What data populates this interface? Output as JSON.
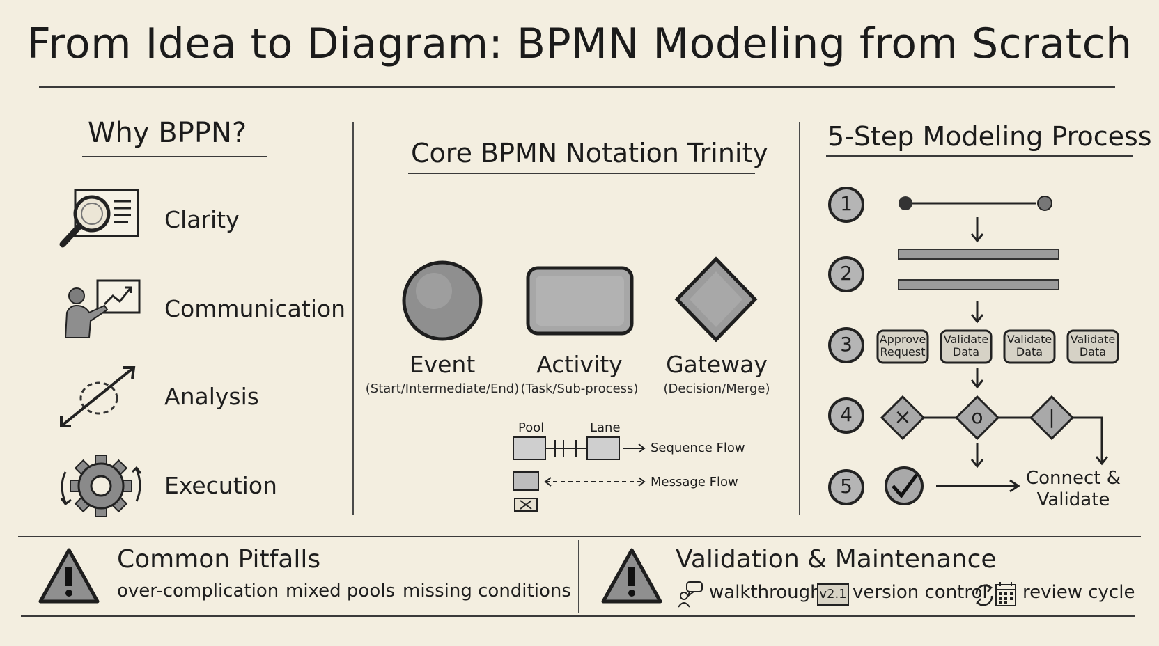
{
  "title": "From Idea to Diagram: BPMN Modeling from Scratch",
  "why": {
    "heading": "Why BPPN?",
    "items": [
      {
        "label": "Clarity",
        "icon": "magnifier-document-icon"
      },
      {
        "label": "Communication",
        "icon": "presenter-chart-icon"
      },
      {
        "label": "Analysis",
        "icon": "analysis-arrow-icon"
      },
      {
        "label": "Execution",
        "icon": "gear-cycle-icon"
      }
    ]
  },
  "core": {
    "heading": "Core BPMN Notation Trinity",
    "shapes": [
      {
        "label": "Event",
        "sub": "(Start/Intermediate/End)"
      },
      {
        "label": "Activity",
        "sub": "(Task/Sub-process)"
      },
      {
        "label": "Gateway",
        "sub": "(Decision/Merge)"
      }
    ],
    "legend": {
      "pool": "Pool",
      "lane": "Lane",
      "sequence_flow": "Sequence Flow",
      "message_flow": "Message Flow"
    }
  },
  "steps": {
    "heading": "5-Step Modeling Process",
    "numbers": [
      "1",
      "2",
      "3",
      "4",
      "5"
    ],
    "step3_boxes": [
      {
        "line1": "Approve",
        "line2": "Request"
      },
      {
        "line1": "Validate",
        "line2": "Data"
      },
      {
        "line1": "Validate",
        "line2": "Data"
      },
      {
        "line1": "Validate",
        "line2": "Data"
      }
    ],
    "step4_gateways": [
      "×",
      "o",
      "|"
    ],
    "step5_label_line1": "Connect &",
    "step5_label_line2": "Validate"
  },
  "pitfalls": {
    "heading": "Common Pitfalls",
    "items": [
      "over-complication",
      "mixed pools",
      "missing conditions"
    ]
  },
  "validation": {
    "heading": "Validation & Maintenance",
    "walkthrough": "walkthrough",
    "version_badge": "v2.1",
    "version_control": "version control",
    "review_cycle": "review cycle"
  },
  "colors": {
    "background": "#f3eee0",
    "ink": "#1e1e1e",
    "shading": "#8a8a8a"
  }
}
